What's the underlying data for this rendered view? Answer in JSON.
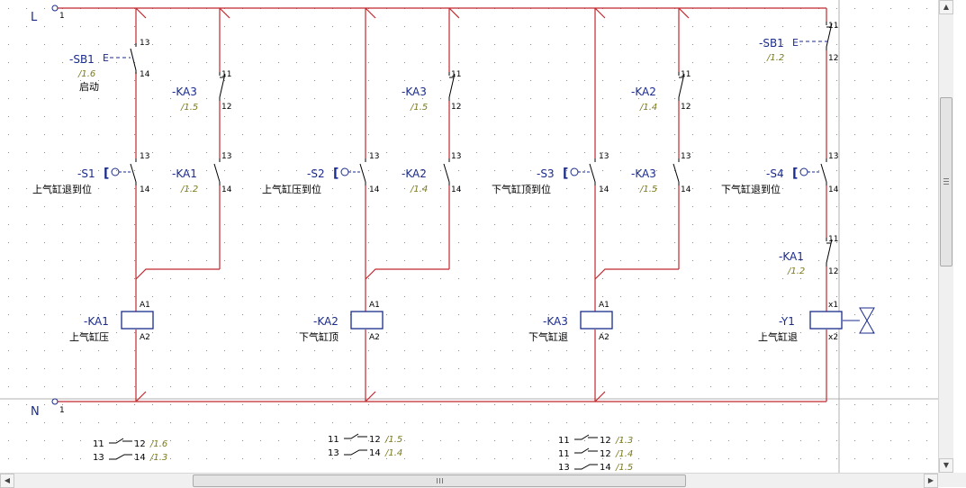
{
  "bus": {
    "top_label": "L",
    "bottom_label": "N",
    "top_terminal": "1",
    "bottom_terminal": "1"
  },
  "colors": {
    "wire": "#c0282e",
    "tag": "#1a2b8c",
    "ref": "#7a7a1e",
    "pin": "#000000",
    "text": "#000000",
    "grid_dot": "#8a8a8a",
    "guide": "#b0b0b0"
  },
  "tags": [
    {
      "id": "sb1",
      "tag": "-SB1",
      "ref": "/1.6",
      "text": "启动"
    },
    {
      "id": "ka3a",
      "tag": "-KA3",
      "ref": "/1.5",
      "text": ""
    },
    {
      "id": "s1",
      "tag": "-S1",
      "ref": "",
      "text": "上气缸退到位"
    },
    {
      "id": "ka1a",
      "tag": "-KA1",
      "ref": "/1.2",
      "text": ""
    },
    {
      "id": "ka3b",
      "tag": "-KA3",
      "ref": "/1.5",
      "text": ""
    },
    {
      "id": "s2",
      "tag": "-S2",
      "ref": "",
      "text": "上气缸压到位"
    },
    {
      "id": "ka2a",
      "tag": "-KA2",
      "ref": "/1.4",
      "text": ""
    },
    {
      "id": "ka2b",
      "tag": "-KA2",
      "ref": "/1.4",
      "text": ""
    },
    {
      "id": "s3",
      "tag": "-S3",
      "ref": "",
      "text": "下气缸顶到位"
    },
    {
      "id": "ka3c",
      "tag": "-KA3",
      "ref": "/1.5",
      "text": ""
    },
    {
      "id": "sb1b",
      "tag": "-SB1",
      "ref": "/1.2",
      "text": ""
    },
    {
      "id": "s4",
      "tag": "-S4",
      "ref": "",
      "text": "下气缸退到位"
    },
    {
      "id": "ka1b",
      "tag": "-KA1",
      "ref": "/1.2",
      "text": ""
    },
    {
      "id": "coil1",
      "tag": "-KA1",
      "ref": "",
      "text": "上气缸压"
    },
    {
      "id": "coil2",
      "tag": "-KA2",
      "ref": "",
      "text": "下气缸顶"
    },
    {
      "id": "coil3",
      "tag": "-KA3",
      "ref": "",
      "text": "下气缸退"
    },
    {
      "id": "coil4",
      "tag": "-Y1",
      "ref": "",
      "text": "上气缸退"
    }
  ],
  "pins": {
    "n13": "13",
    "n14": "14",
    "n11": "11",
    "n12": "12",
    "a1": "A1",
    "a2": "A2",
    "x1": "x1",
    "x2": "x2",
    "no_glyph": "E",
    "bk": "["
  },
  "xref_tables": [
    {
      "id": "ka1",
      "rows": [
        {
          "a": "11",
          "b": "12",
          "ref": "/1.6",
          "kind": "nc"
        },
        {
          "a": "13",
          "b": "14",
          "ref": "/1.3",
          "kind": "no"
        }
      ]
    },
    {
      "id": "ka2",
      "rows": [
        {
          "a": "11",
          "b": "12",
          "ref": "/1.5",
          "kind": "nc"
        },
        {
          "a": "13",
          "b": "14",
          "ref": "/1.4",
          "kind": "no"
        }
      ]
    },
    {
      "id": "ka3",
      "rows": [
        {
          "a": "11",
          "b": "12",
          "ref": "/1.3",
          "kind": "nc"
        },
        {
          "a": "11",
          "b": "12",
          "ref": "/1.4",
          "kind": "nc"
        },
        {
          "a": "13",
          "b": "14",
          "ref": "/1.5",
          "kind": "no"
        }
      ]
    }
  ],
  "scrollbar": {
    "up": "▲",
    "down": "▼",
    "left": "◀",
    "right": "▶"
  }
}
